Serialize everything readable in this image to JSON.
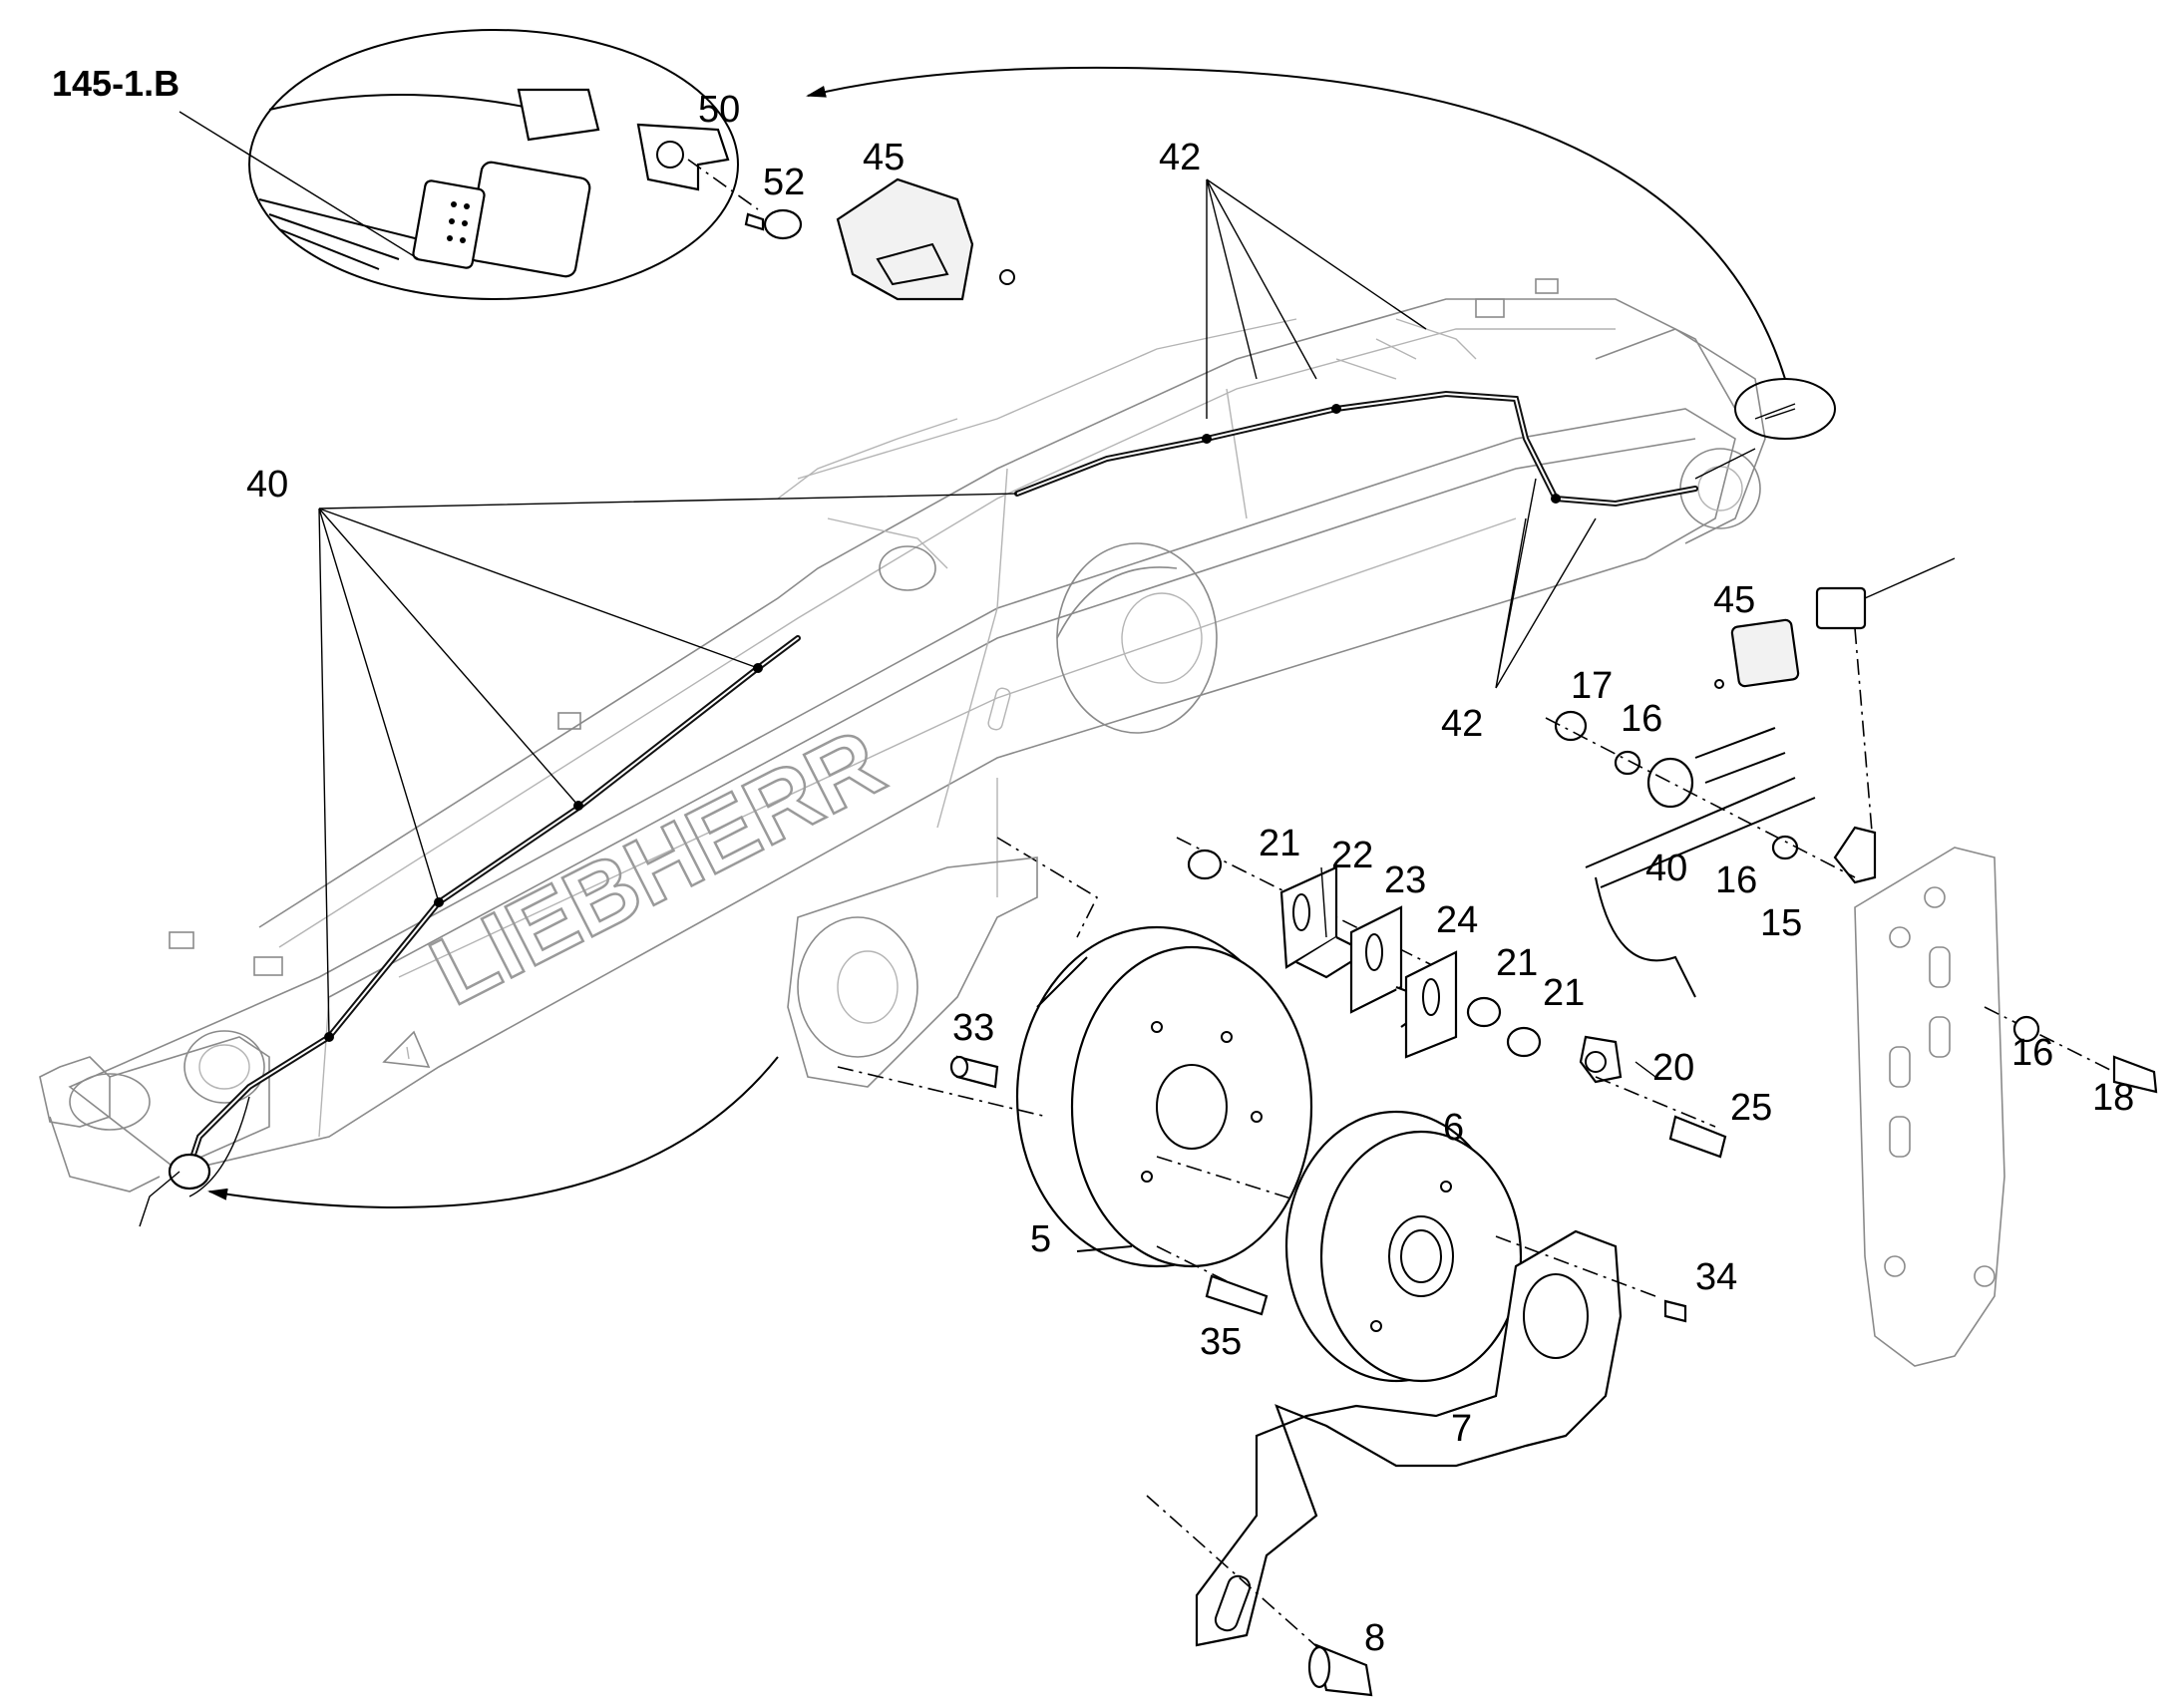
{
  "reference": "145-1.B",
  "brand_text": "LIEBHERR",
  "callouts": {
    "c50": "50",
    "c52": "52",
    "c45a": "45",
    "c42a": "42",
    "c40a": "40",
    "c45b": "45",
    "c17": "17",
    "c16a": "16",
    "c42b": "42",
    "c21a": "21",
    "c22": "22",
    "c23": "23",
    "c24": "24",
    "c21b": "21",
    "c21c": "21",
    "c40b": "40",
    "c16b": "16",
    "c15": "15",
    "c33": "33",
    "c20": "20",
    "c25": "25",
    "c16c": "16",
    "c18": "18",
    "c6": "6",
    "c5": "5",
    "c34": "34",
    "c35": "35",
    "c7": "7",
    "c8": "8"
  }
}
